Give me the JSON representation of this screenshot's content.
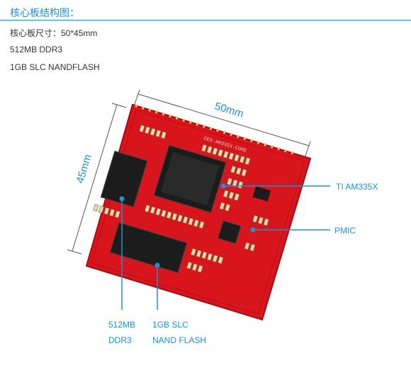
{
  "header": {
    "title": "核心板结构图："
  },
  "specs": [
    "核心板尺寸：50*45mm",
    "512MB DDR3",
    "1GB SLC NANDFLASH"
  ],
  "dimensions": {
    "width": "50mm",
    "height": "45mm"
  },
  "board": {
    "silkscreen": "CES-AM335X-CORE"
  },
  "labels": {
    "cpu": "TI AM335X",
    "pmic": "PMIC",
    "ddr_line1": "512MB",
    "ddr_line2": "DDR3",
    "nand_line1": "1GB SLC",
    "nand_line2": "NAND FLASH"
  },
  "colors": {
    "accent": "#1e90d6",
    "pcb": "#d8141c",
    "chip": "#1a1a1a"
  }
}
